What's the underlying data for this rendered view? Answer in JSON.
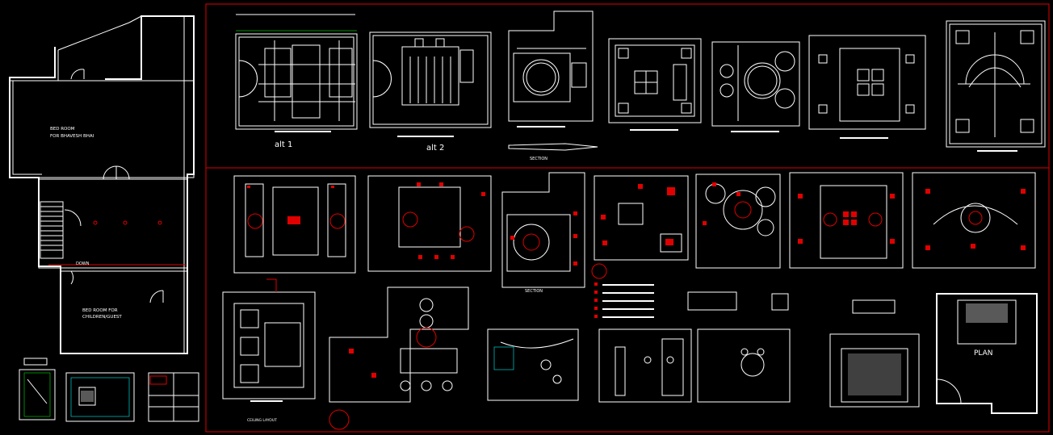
{
  "labels": {
    "bedroom_bhavesh_line1": "BED ROOM",
    "bedroom_bhavesh_line2": "FOR BHAVESH BHAI",
    "bedroom_children_line1": "BED ROOM FOR",
    "bedroom_children_line2": "CHILDREN/GUEST",
    "down": "DOWN",
    "alt1": "alt 1",
    "alt2": "alt 2",
    "section": "SECTION",
    "section2": "SECTION",
    "plan": "PLAN",
    "ceiling_layout": "CEILING LAYOUT"
  },
  "colors": {
    "background": "#000000",
    "linework": "#ffffff",
    "frame": "#e00000",
    "dimension": "#00c000",
    "accent": "#00d0d0"
  },
  "icons": {
    "fan": "ceiling-fan-symbol",
    "light": "light-fixture-symbol"
  }
}
